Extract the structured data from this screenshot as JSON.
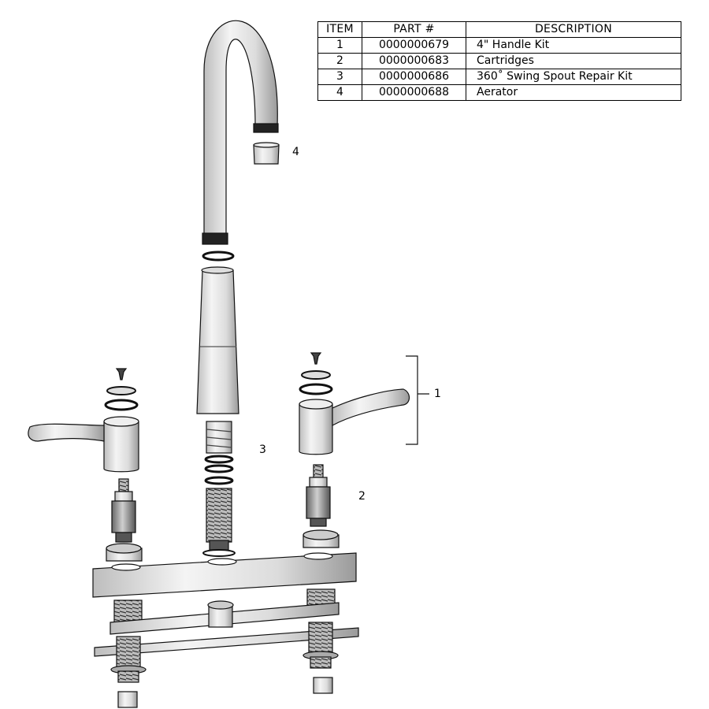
{
  "table": {
    "headers": [
      "ITEM",
      "PART #",
      "DESCRIPTION"
    ],
    "rows": [
      {
        "item": "1",
        "part": "0000000679",
        "description": "4\" Handle Kit"
      },
      {
        "item": "2",
        "part": "0000000683",
        "description": "Cartridges"
      },
      {
        "item": "3",
        "part": "0000000686",
        "description": "360˚ Swing Spout Repair Kit"
      },
      {
        "item": "4",
        "part": "0000000688",
        "description": "Aerator"
      }
    ]
  },
  "callouts": {
    "c1": "1",
    "c2": "2",
    "c3": "3",
    "c4": "4"
  }
}
